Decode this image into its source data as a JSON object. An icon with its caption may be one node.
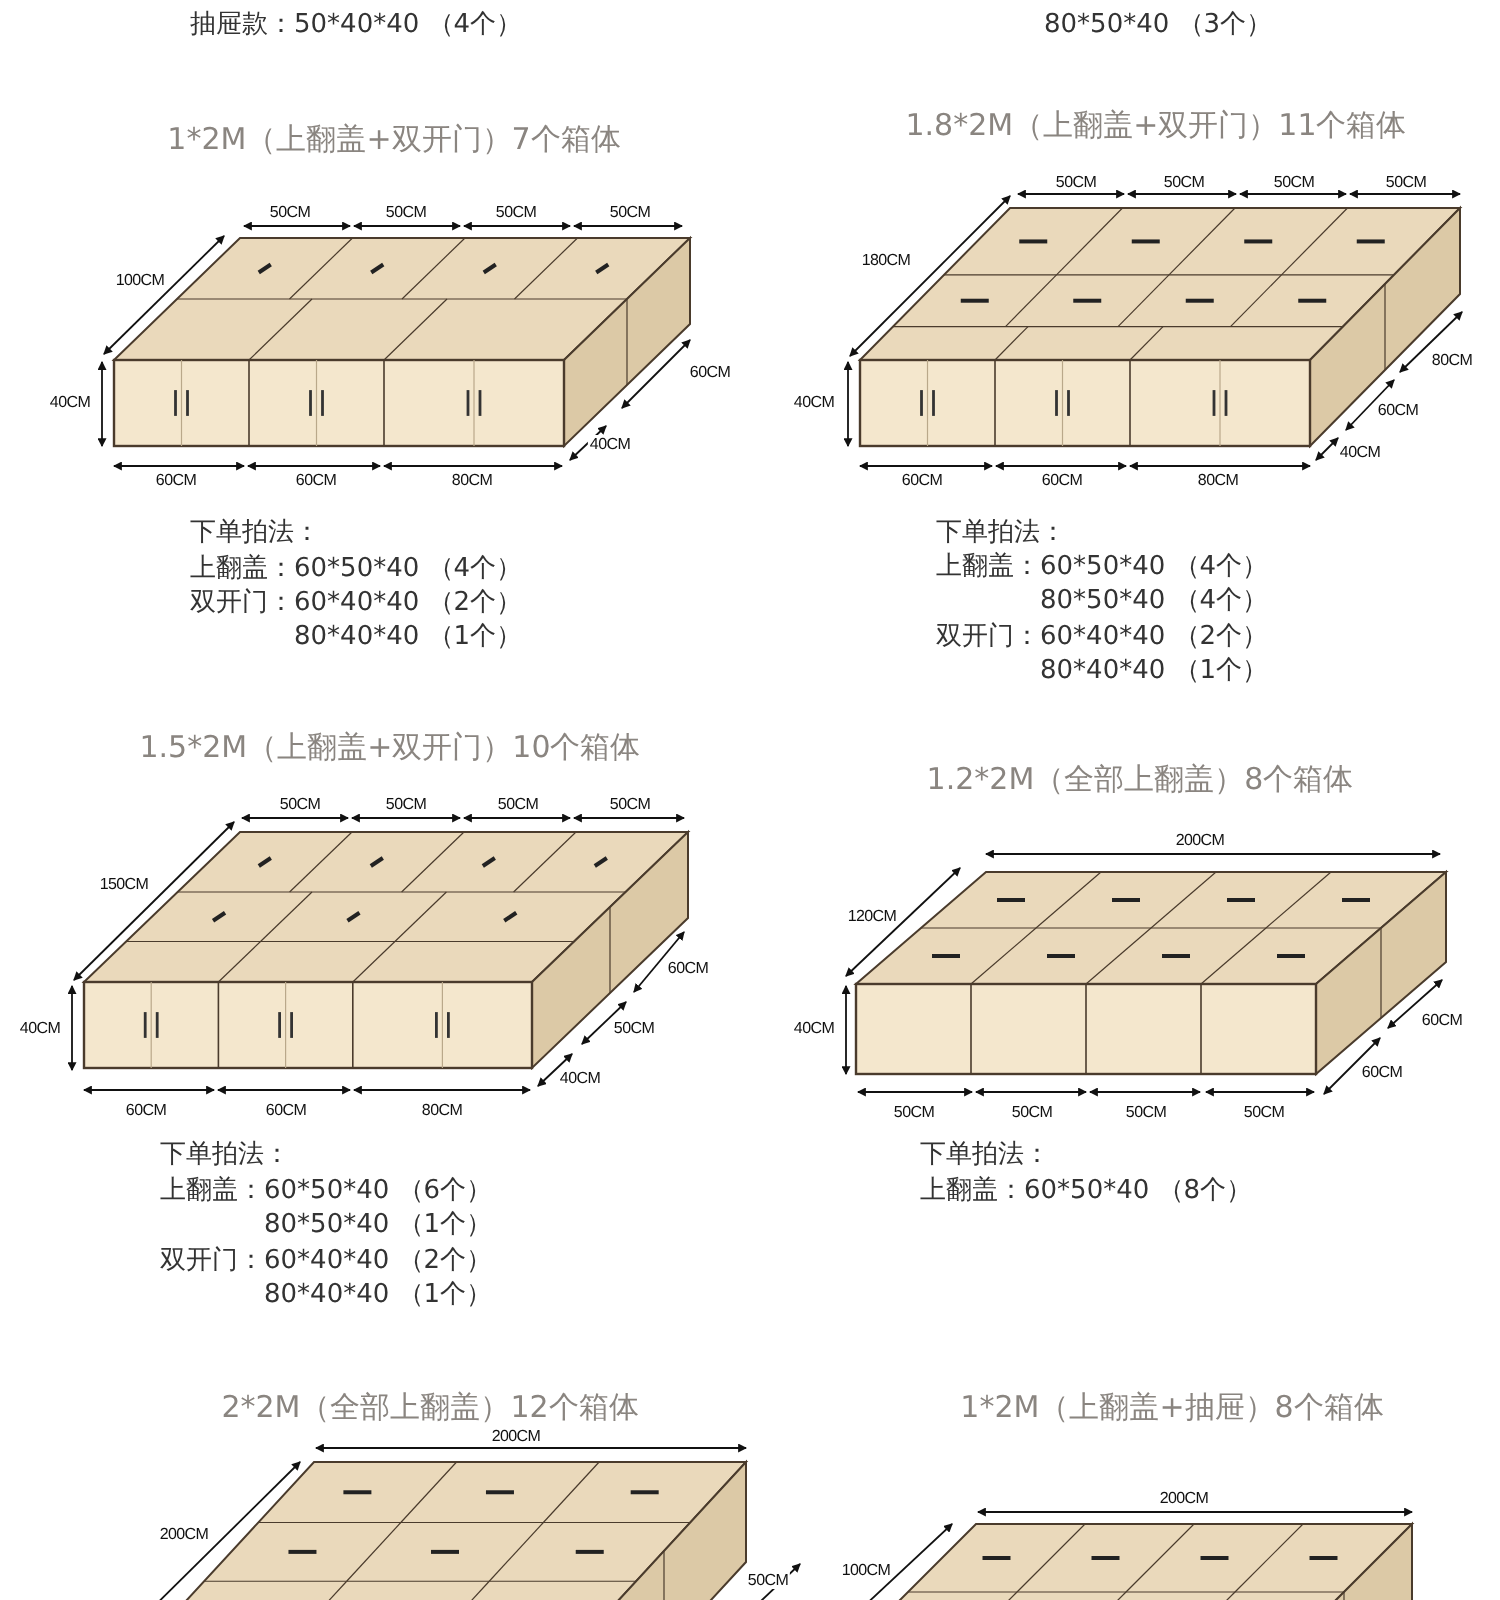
{
  "diagram": {
    "labels": [
      "抽屉款：50*40*40 （4个）",
      "80*50*40 （3个）",
      "1*2M（上翻盖+双开门）7个箱体",
      "50CM",
      "50CM",
      "50CM",
      "50CM",
      "100CM",
      "40CM",
      "60CM",
      "40CM",
      "60CM",
      "60CM",
      "80CM",
      "下单拍法：",
      "上翻盖：60*50*40 （4个）",
      "双开门：60*40*40 （2个）",
      "80*40*40 （1个）",
      "1.8*2M（上翻盖+双开门）11个箱体",
      "50CM",
      "50CM",
      "50CM",
      "50CM",
      "180CM",
      "40CM",
      "80CM",
      "60CM",
      "40CM",
      "60CM",
      "60CM",
      "80CM",
      "下单拍法：",
      "上翻盖：60*50*40 （4个）",
      "80*50*40 （4个）",
      "双开门：60*40*40 （2个）",
      "80*40*40 （1个）",
      "1.5*2M（上翻盖+双开门）10个箱体",
      "50CM",
      "50CM",
      "50CM",
      "50CM",
      "150CM",
      "40CM",
      "60CM",
      "50CM",
      "40CM",
      "60CM",
      "60CM",
      "80CM",
      "下单拍法：",
      "上翻盖：60*50*40 （6个）",
      "80*50*40 （1个）",
      "双开门：60*40*40 （2个）",
      "80*40*40 （1个）",
      "1.2*2M（全部上翻盖）8个箱体",
      "200CM",
      "120CM",
      "40CM",
      "60CM",
      "60CM",
      "50CM",
      "50CM",
      "50CM",
      "50CM",
      "下单拍法：",
      "上翻盖：60*50*40 （8个）",
      "2*2M（全部上翻盖）12个箱体",
      "200CM",
      "200CM",
      "50CM",
      "1*2M（上翻盖+抽屉）8个箱体",
      "200CM",
      "100CM"
    ]
  }
}
